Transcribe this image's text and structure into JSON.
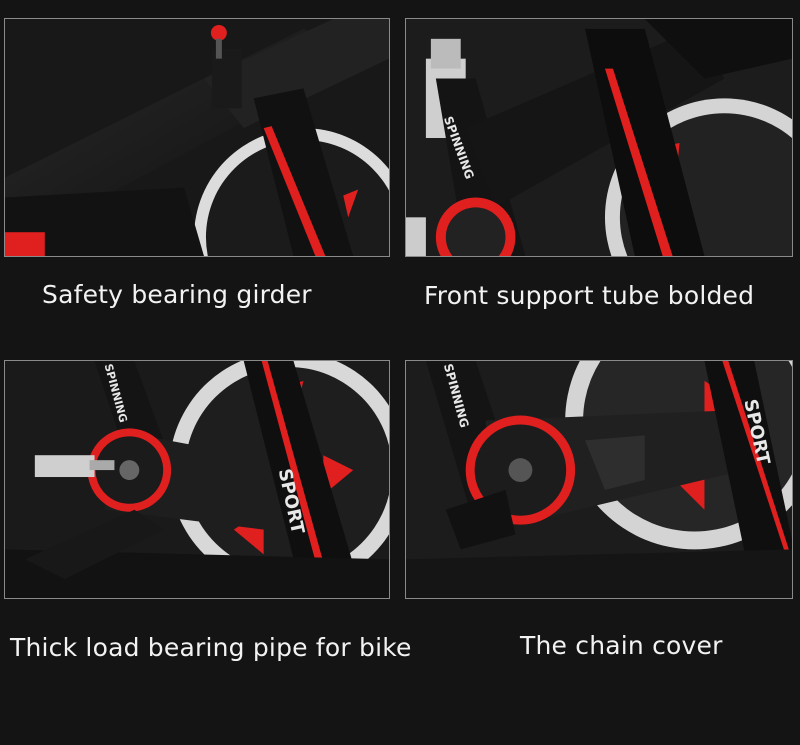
{
  "panels": [
    {
      "caption": "Safety bearing girder"
    },
    {
      "caption": "Front support tube bolded",
      "frame_text": "SPINNING"
    },
    {
      "caption": "Thick load bearing pipe for bike",
      "frame_text": "SPINNING",
      "frame_text_2": "SPORT"
    },
    {
      "caption": "The chain cover",
      "frame_text": "SPINNING",
      "frame_text_2": "SPORT"
    }
  ],
  "colors": {
    "background": "#141414",
    "frame": "#1c1c1c",
    "accent": "#e01f1f",
    "chrome": "#d8d8d8",
    "caption_text": "#f2f2f2"
  }
}
